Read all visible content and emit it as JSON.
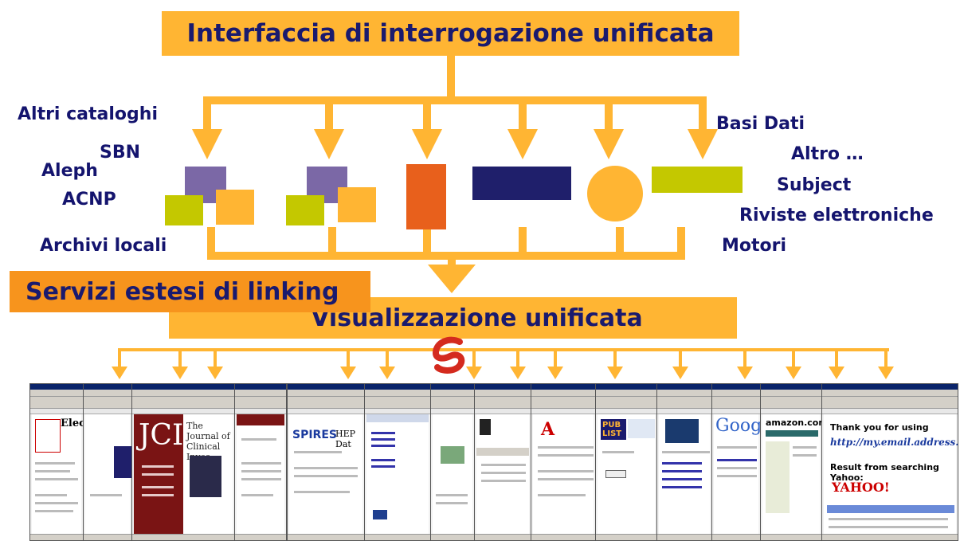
{
  "banners": {
    "top": "Interfaccia di interrogazione unificata",
    "middle": "Visualizzazione unificata",
    "linking": "Servizi estesi di linking"
  },
  "sources_left": [
    "Altri cataloghi",
    "SBN",
    "Aleph",
    "ACNP",
    "Archivi locali"
  ],
  "sources_right": [
    "Basi Dati",
    "Altro …",
    "Subject",
    "Riviste elettroniche",
    "Motori"
  ],
  "screenshots": {
    "jci": "JCI",
    "jci_title": "The Journal of Clinical Inves",
    "spires": "SPIRES",
    "spires_sub": "HEP Dat",
    "publist": "PUB LIST",
    "google": "Goog",
    "amazon": "amazon.com",
    "yahoo": "YAHOO!",
    "thanks": "Thank you for using",
    "email": "http://my.email.address.is",
    "result": "Result from searching Yahoo:"
  },
  "colors": {
    "arrow": "#ffb533",
    "banner_text": "#1a1a6e",
    "linking_bg": "#f7941d",
    "purple": "#7b68a6",
    "lime": "#c4c800",
    "orange_red": "#e8601c",
    "navy": "#1f1f6b",
    "sfx_logo": "#d42a1e"
  }
}
